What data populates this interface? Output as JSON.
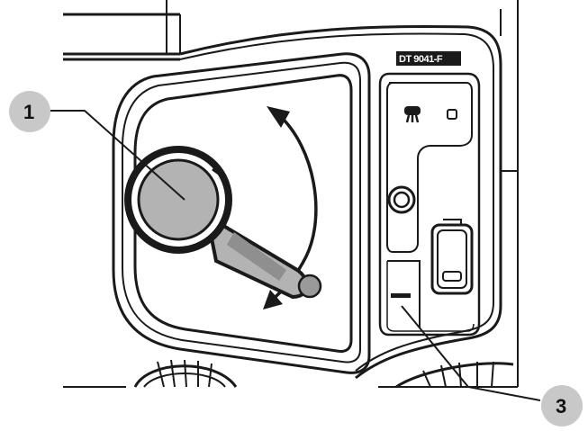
{
  "model_tag": "DT 9041-F",
  "callouts": [
    {
      "id": "1",
      "label": "1"
    },
    {
      "id": "3",
      "label": "3"
    }
  ],
  "colors": {
    "line": "#1a1a1a",
    "handle_fill": "#b3b3b3",
    "callout_fill": "#c8c8c8",
    "tag_fill": "#1a1a1a"
  }
}
